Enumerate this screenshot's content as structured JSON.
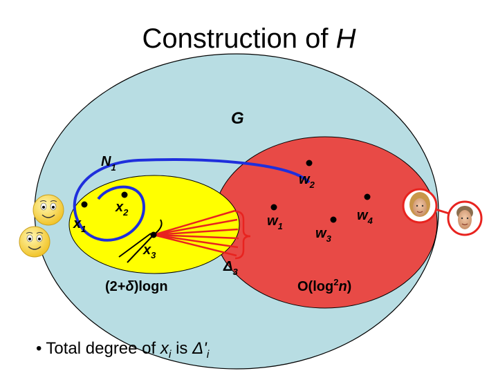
{
  "title": {
    "text": "Construction of ",
    "var": "H"
  },
  "graph_label": "G",
  "neighborhood_label": {
    "base": "N",
    "sub": "1"
  },
  "x_nodes": [
    {
      "base": "x",
      "sub": "1"
    },
    {
      "base": "x",
      "sub": "2"
    },
    {
      "base": "x",
      "sub": "3"
    }
  ],
  "w_nodes": [
    {
      "base": "w",
      "sub": "1"
    },
    {
      "base": "w",
      "sub": "2"
    },
    {
      "base": "w",
      "sub": "3"
    },
    {
      "base": "w",
      "sub": "4"
    }
  ],
  "delta_label": {
    "base": "Δ",
    "sub": "3"
  },
  "left_size_label": {
    "prefix": "(2+",
    "delta": "δ",
    "suffix": ")logn"
  },
  "right_size_label": {
    "prefix": "O(log",
    "sup": "2",
    "var": "n",
    "suffix": ")"
  },
  "bullet": {
    "dot": "•",
    "text": "Total degree of ",
    "var": "x",
    "sub": "i",
    "mid": " is ",
    "delta": "Δ'",
    "delta_sub": "i"
  },
  "colors": {
    "outer_ellipse": "#b8dde3",
    "left_ellipse": "#ffff00",
    "right_ellipse": "#e84a46",
    "neighborhood_curve": "#1f2fdc",
    "edges": "#e8231f",
    "smiley": "#ffe14a",
    "photo_ring": "#e8231f"
  },
  "icons": [
    "smiley-face-icon",
    "smiley-face-icon",
    "person-photo-icon",
    "person-photo-icon"
  ]
}
